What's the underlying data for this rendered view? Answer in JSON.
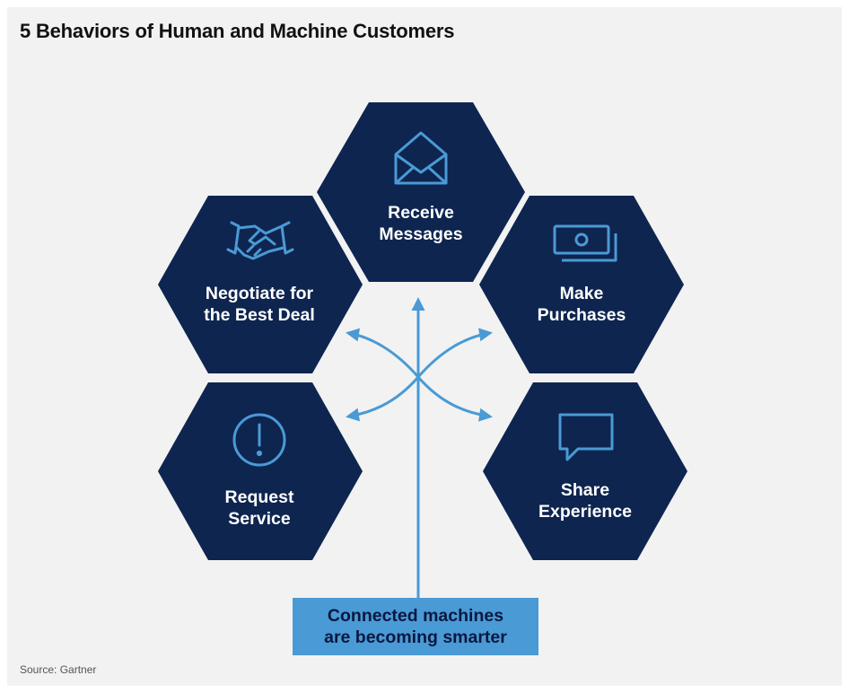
{
  "title": "5 Behaviors of Human and Machine Customers",
  "behaviors": [
    {
      "id": "receive",
      "line1": "Receive",
      "line2": "Messages",
      "icon": "envelope-icon"
    },
    {
      "id": "negotiate",
      "line1": "Negotiate for",
      "line2": "the Best Deal",
      "icon": "handshake-icon"
    },
    {
      "id": "purchase",
      "line1": "Make",
      "line2": "Purchases",
      "icon": "money-icon"
    },
    {
      "id": "request",
      "line1": "Request",
      "line2": "Service",
      "icon": "exclamation-icon"
    },
    {
      "id": "share",
      "line1": "Share",
      "line2": "Experience",
      "icon": "chat-bubble-icon"
    }
  ],
  "callout": {
    "line1": "Connected machines",
    "line2": "are becoming smarter"
  },
  "source": "Source: Gartner",
  "colors": {
    "hexagon": "#0e2550",
    "accent": "#4a9ad5",
    "background": "#f2f2f2"
  }
}
